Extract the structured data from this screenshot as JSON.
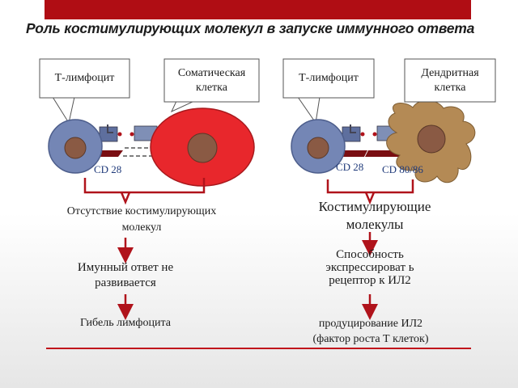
{
  "title": "Роль костимулирующих молекул в запуске иммунного ответа",
  "colors": {
    "accent": "#b00d14",
    "tcell": "#7486b5",
    "nucleus": "#8a5a44",
    "somatic": "#e8272c",
    "dendritic": "#b48a55",
    "arrow": "#b0131b",
    "cd_label": "#1f3a7a"
  },
  "left": {
    "callout_tcell": "Т-лимфоцит",
    "callout_cell": "Соматическая клетка",
    "cd_label": "CD 28",
    "brace_text": "Отсутствие костимулирующих молекул",
    "step1": "Имунный ответ не развивается",
    "step2": "Гибель лимфоцита"
  },
  "right": {
    "callout_tcell": "Т-лимфоцит",
    "callout_cell": "Дендритная клетка",
    "cd_label_1": "CD 28",
    "cd_label_2": "CD 80/86",
    "brace_text": "Костимулирующие молекулы",
    "step1": "Способность экспрессироват ь рецептор к ИЛ2",
    "step2": "продуцирование ИЛ2 (фактор роста Т клеток)"
  }
}
